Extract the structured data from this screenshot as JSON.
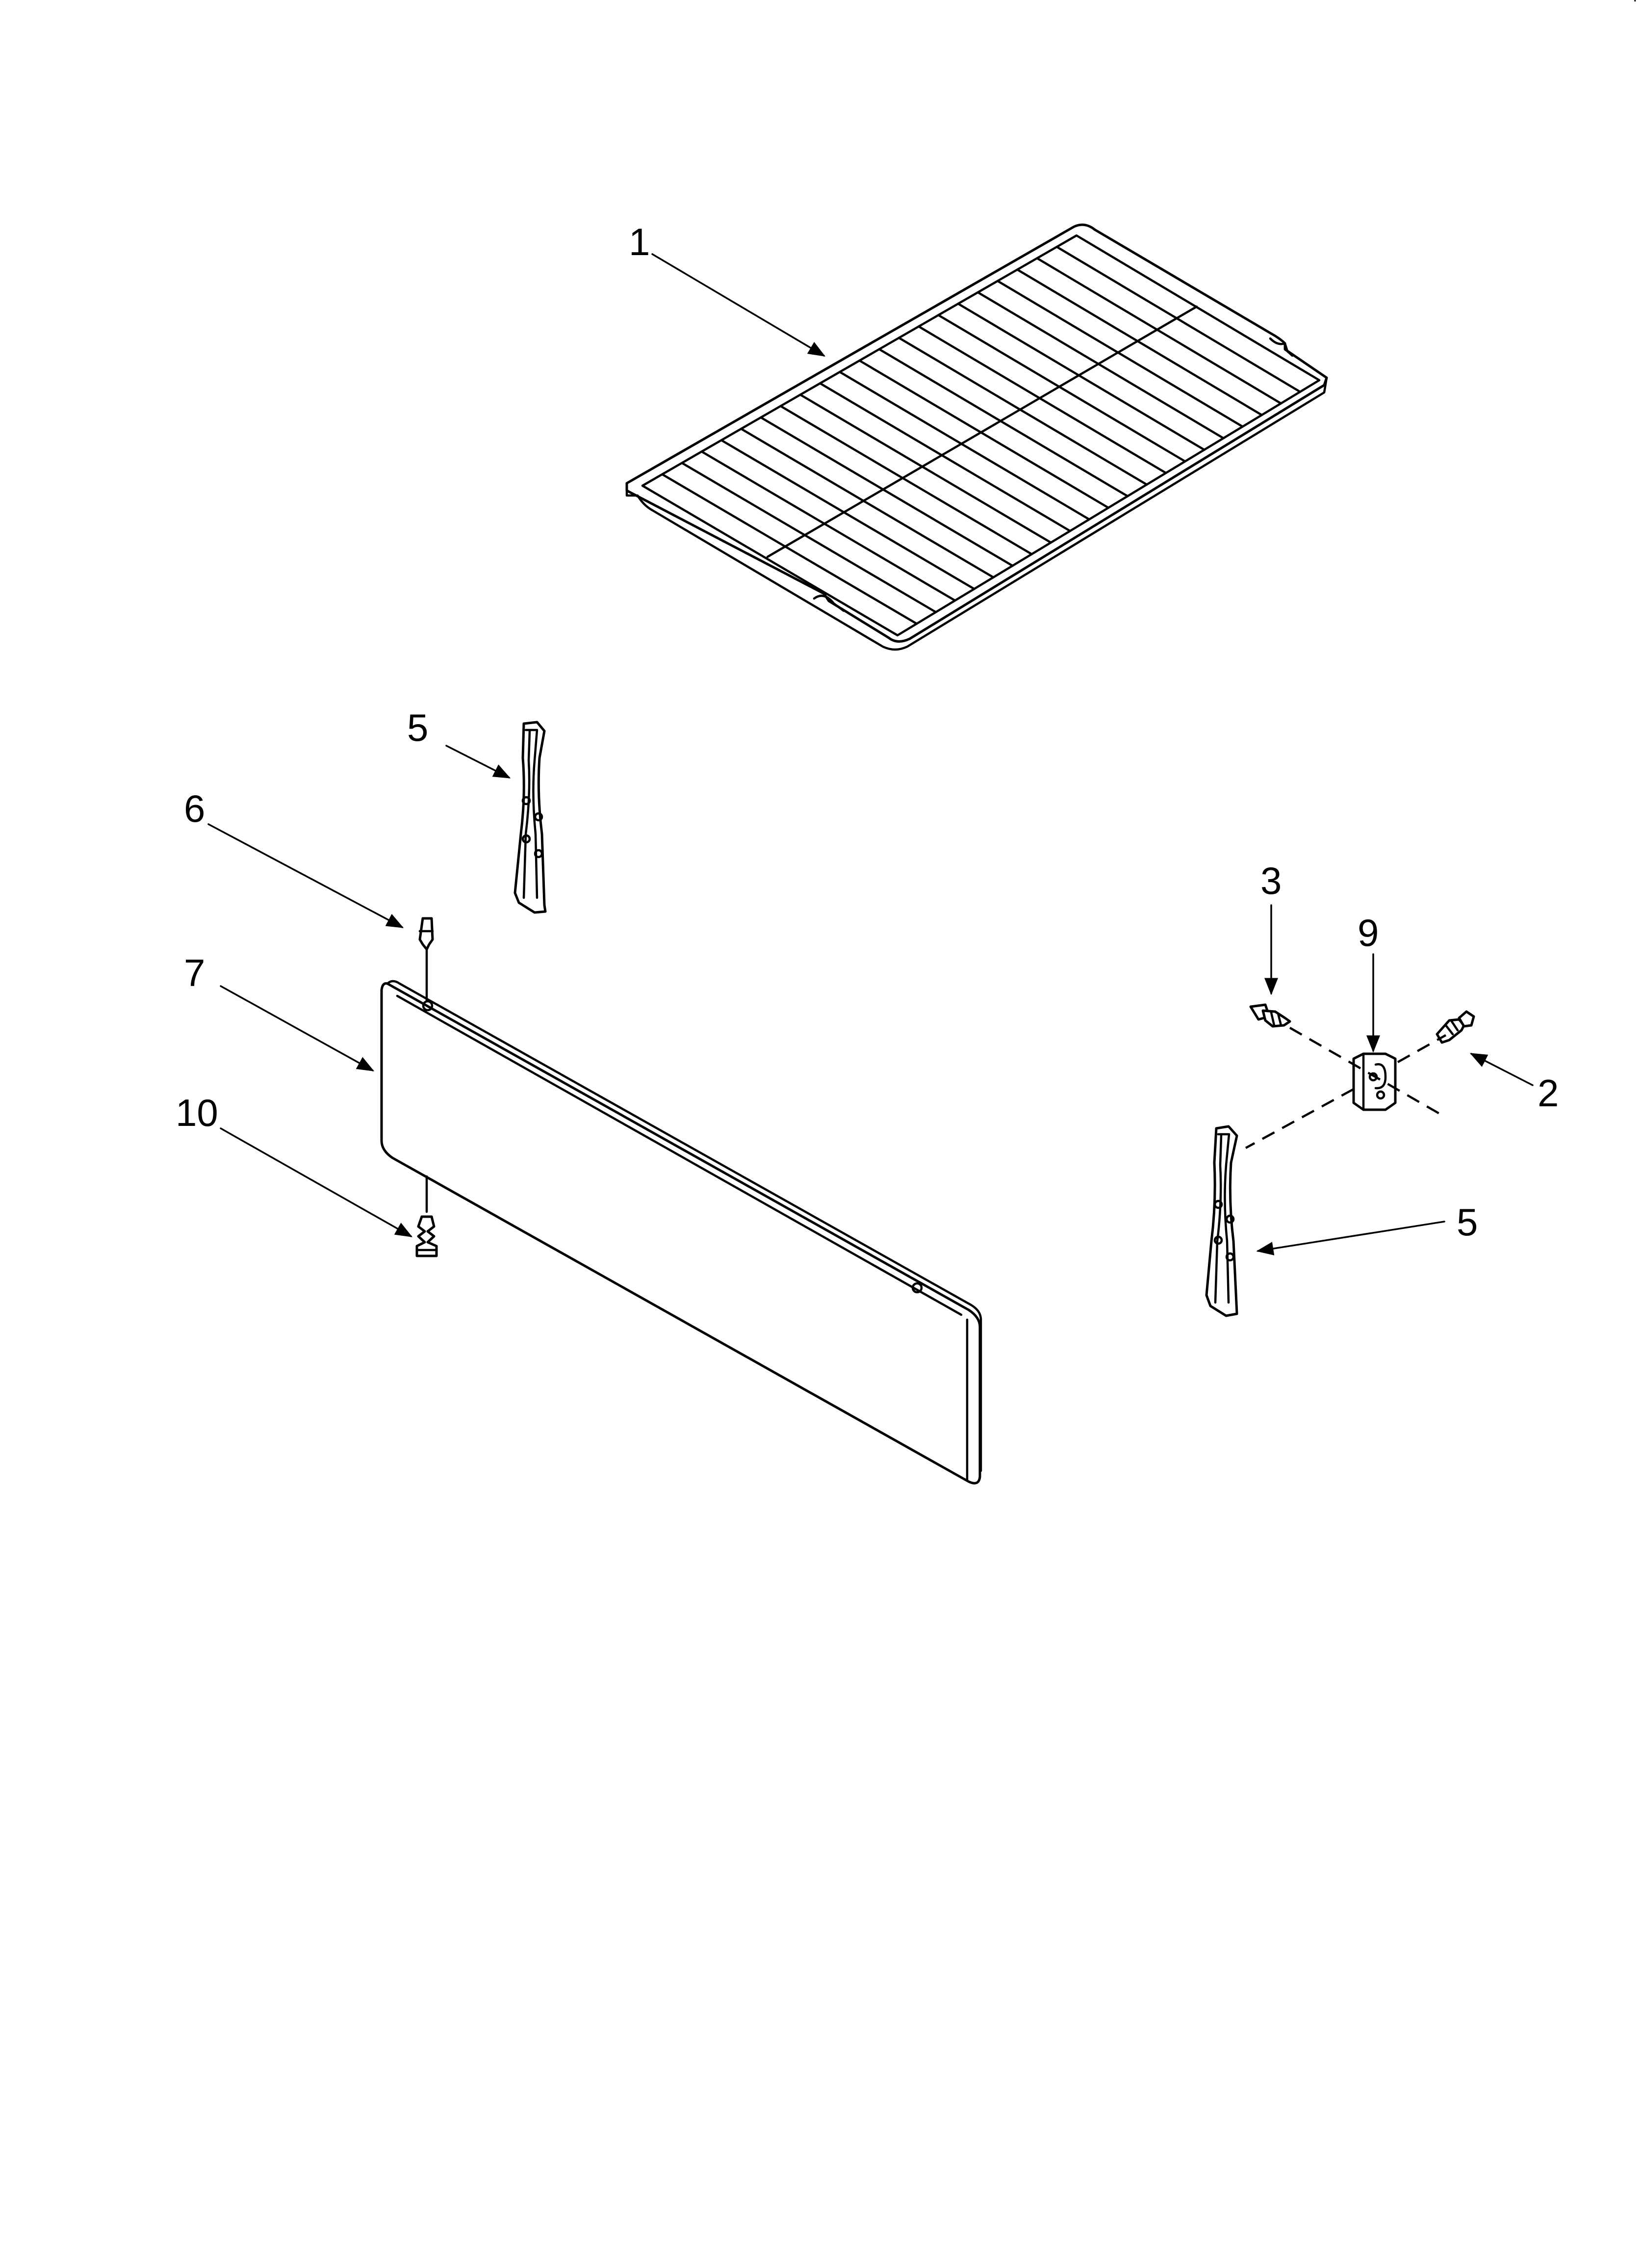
{
  "callouts": {
    "c1": "1",
    "c2": "2",
    "c3": "3",
    "c5a": "5",
    "c5b": "5",
    "c6": "6",
    "c7": "7",
    "c9": "9",
    "c10": "10"
  },
  "corner_mark": "'"
}
